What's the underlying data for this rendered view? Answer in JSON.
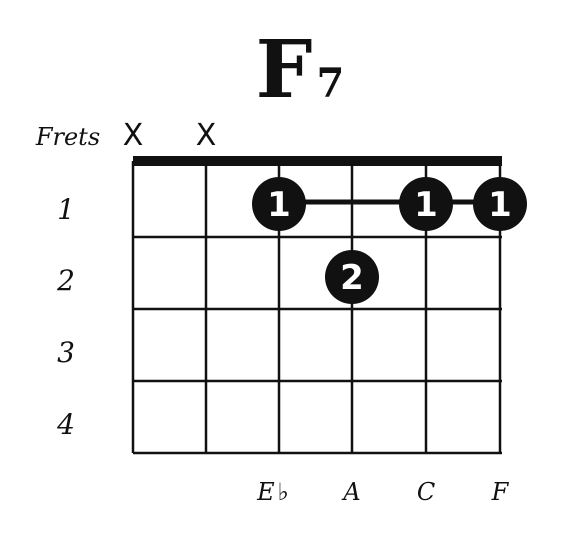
{
  "chord": {
    "root": "F",
    "quality": "7"
  },
  "frets_label": "Frets",
  "fret_numbers": [
    "1",
    "2",
    "3",
    "4"
  ],
  "string_markers": [
    "X",
    "X",
    "",
    "",
    "",
    ""
  ],
  "fingers": [
    {
      "string": 3,
      "fret": 1,
      "finger": "1"
    },
    {
      "string": 5,
      "fret": 1,
      "finger": "1"
    },
    {
      "string": 6,
      "fret": 1,
      "finger": "1"
    },
    {
      "string": 4,
      "fret": 2,
      "finger": "2"
    }
  ],
  "barre": {
    "fret": 1,
    "from_string": 3,
    "to_string": 6
  },
  "note_names": [
    {
      "string": 3,
      "letter": "E",
      "accidental": "♭"
    },
    {
      "string": 4,
      "letter": "A",
      "accidental": ""
    },
    {
      "string": 5,
      "letter": "C",
      "accidental": ""
    },
    {
      "string": 6,
      "letter": "F",
      "accidental": ""
    }
  ],
  "colors": {
    "ink": "#111111",
    "dot_fill": "#111111",
    "dot_text": "#ffffff",
    "background": "#ffffff"
  }
}
